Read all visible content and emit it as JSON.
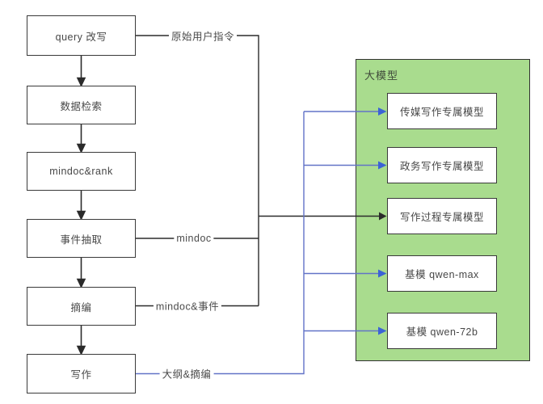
{
  "diagram": {
    "flow_steps": [
      {
        "label": "query 改写"
      },
      {
        "label": "数据检索"
      },
      {
        "label": "mindoc&rank"
      },
      {
        "label": "事件抽取"
      },
      {
        "label": "摘编"
      },
      {
        "label": "写作"
      }
    ],
    "edge_labels": {
      "original_user_instruction": "原始用户指令",
      "mindoc": "mindoc",
      "mindoc_event": "mindoc&事件",
      "outline_digest": "大纲&摘编"
    },
    "group": {
      "title": "大模型",
      "models": [
        "传媒写作专属模型",
        "政务写作专属模型",
        "写作过程专属模型",
        "基模 qwen-max",
        "基模 qwen-72b"
      ]
    },
    "colors": {
      "line_black": "#2b2b2b",
      "line_blue": "#6273c7",
      "arrow_blue": "#3b63d6",
      "group_fill": "#a9dc8e",
      "group_border": "#333333",
      "box_border": "#3a3a3a"
    }
  }
}
